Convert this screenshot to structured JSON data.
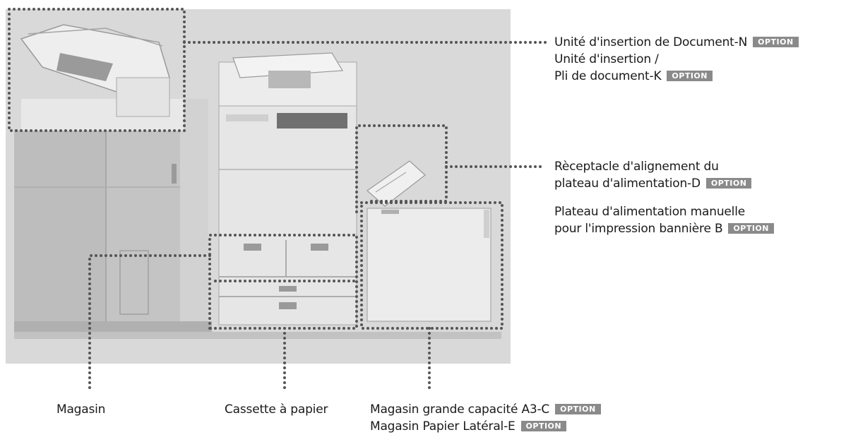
{
  "option_badge": "OPTION",
  "callouts": {
    "insertion_unit": {
      "line1": "Unité d'insertion de Document-N",
      "line2": "Unité d'insertion /",
      "line3": "Pli de document-K"
    },
    "tray_alignment": {
      "line1": "Rèceptacle d'alignement du",
      "line2": "plateau d'alimentation-D"
    },
    "banner_tray": {
      "line1": "Plateau d'alimentation manuelle",
      "line2": "pour l'impression bannière B"
    },
    "magasin": {
      "label": "Magasin"
    },
    "paper_cassette": {
      "label": "Cassette à papier"
    },
    "high_capacity": {
      "line1": "Magasin grande capacité A3-C",
      "line2": "Magasin Papier Latéral-E"
    }
  },
  "colors": {
    "background_panel": "#d9d9d9",
    "dots": "#555555",
    "badge": "#8a8a8a"
  }
}
